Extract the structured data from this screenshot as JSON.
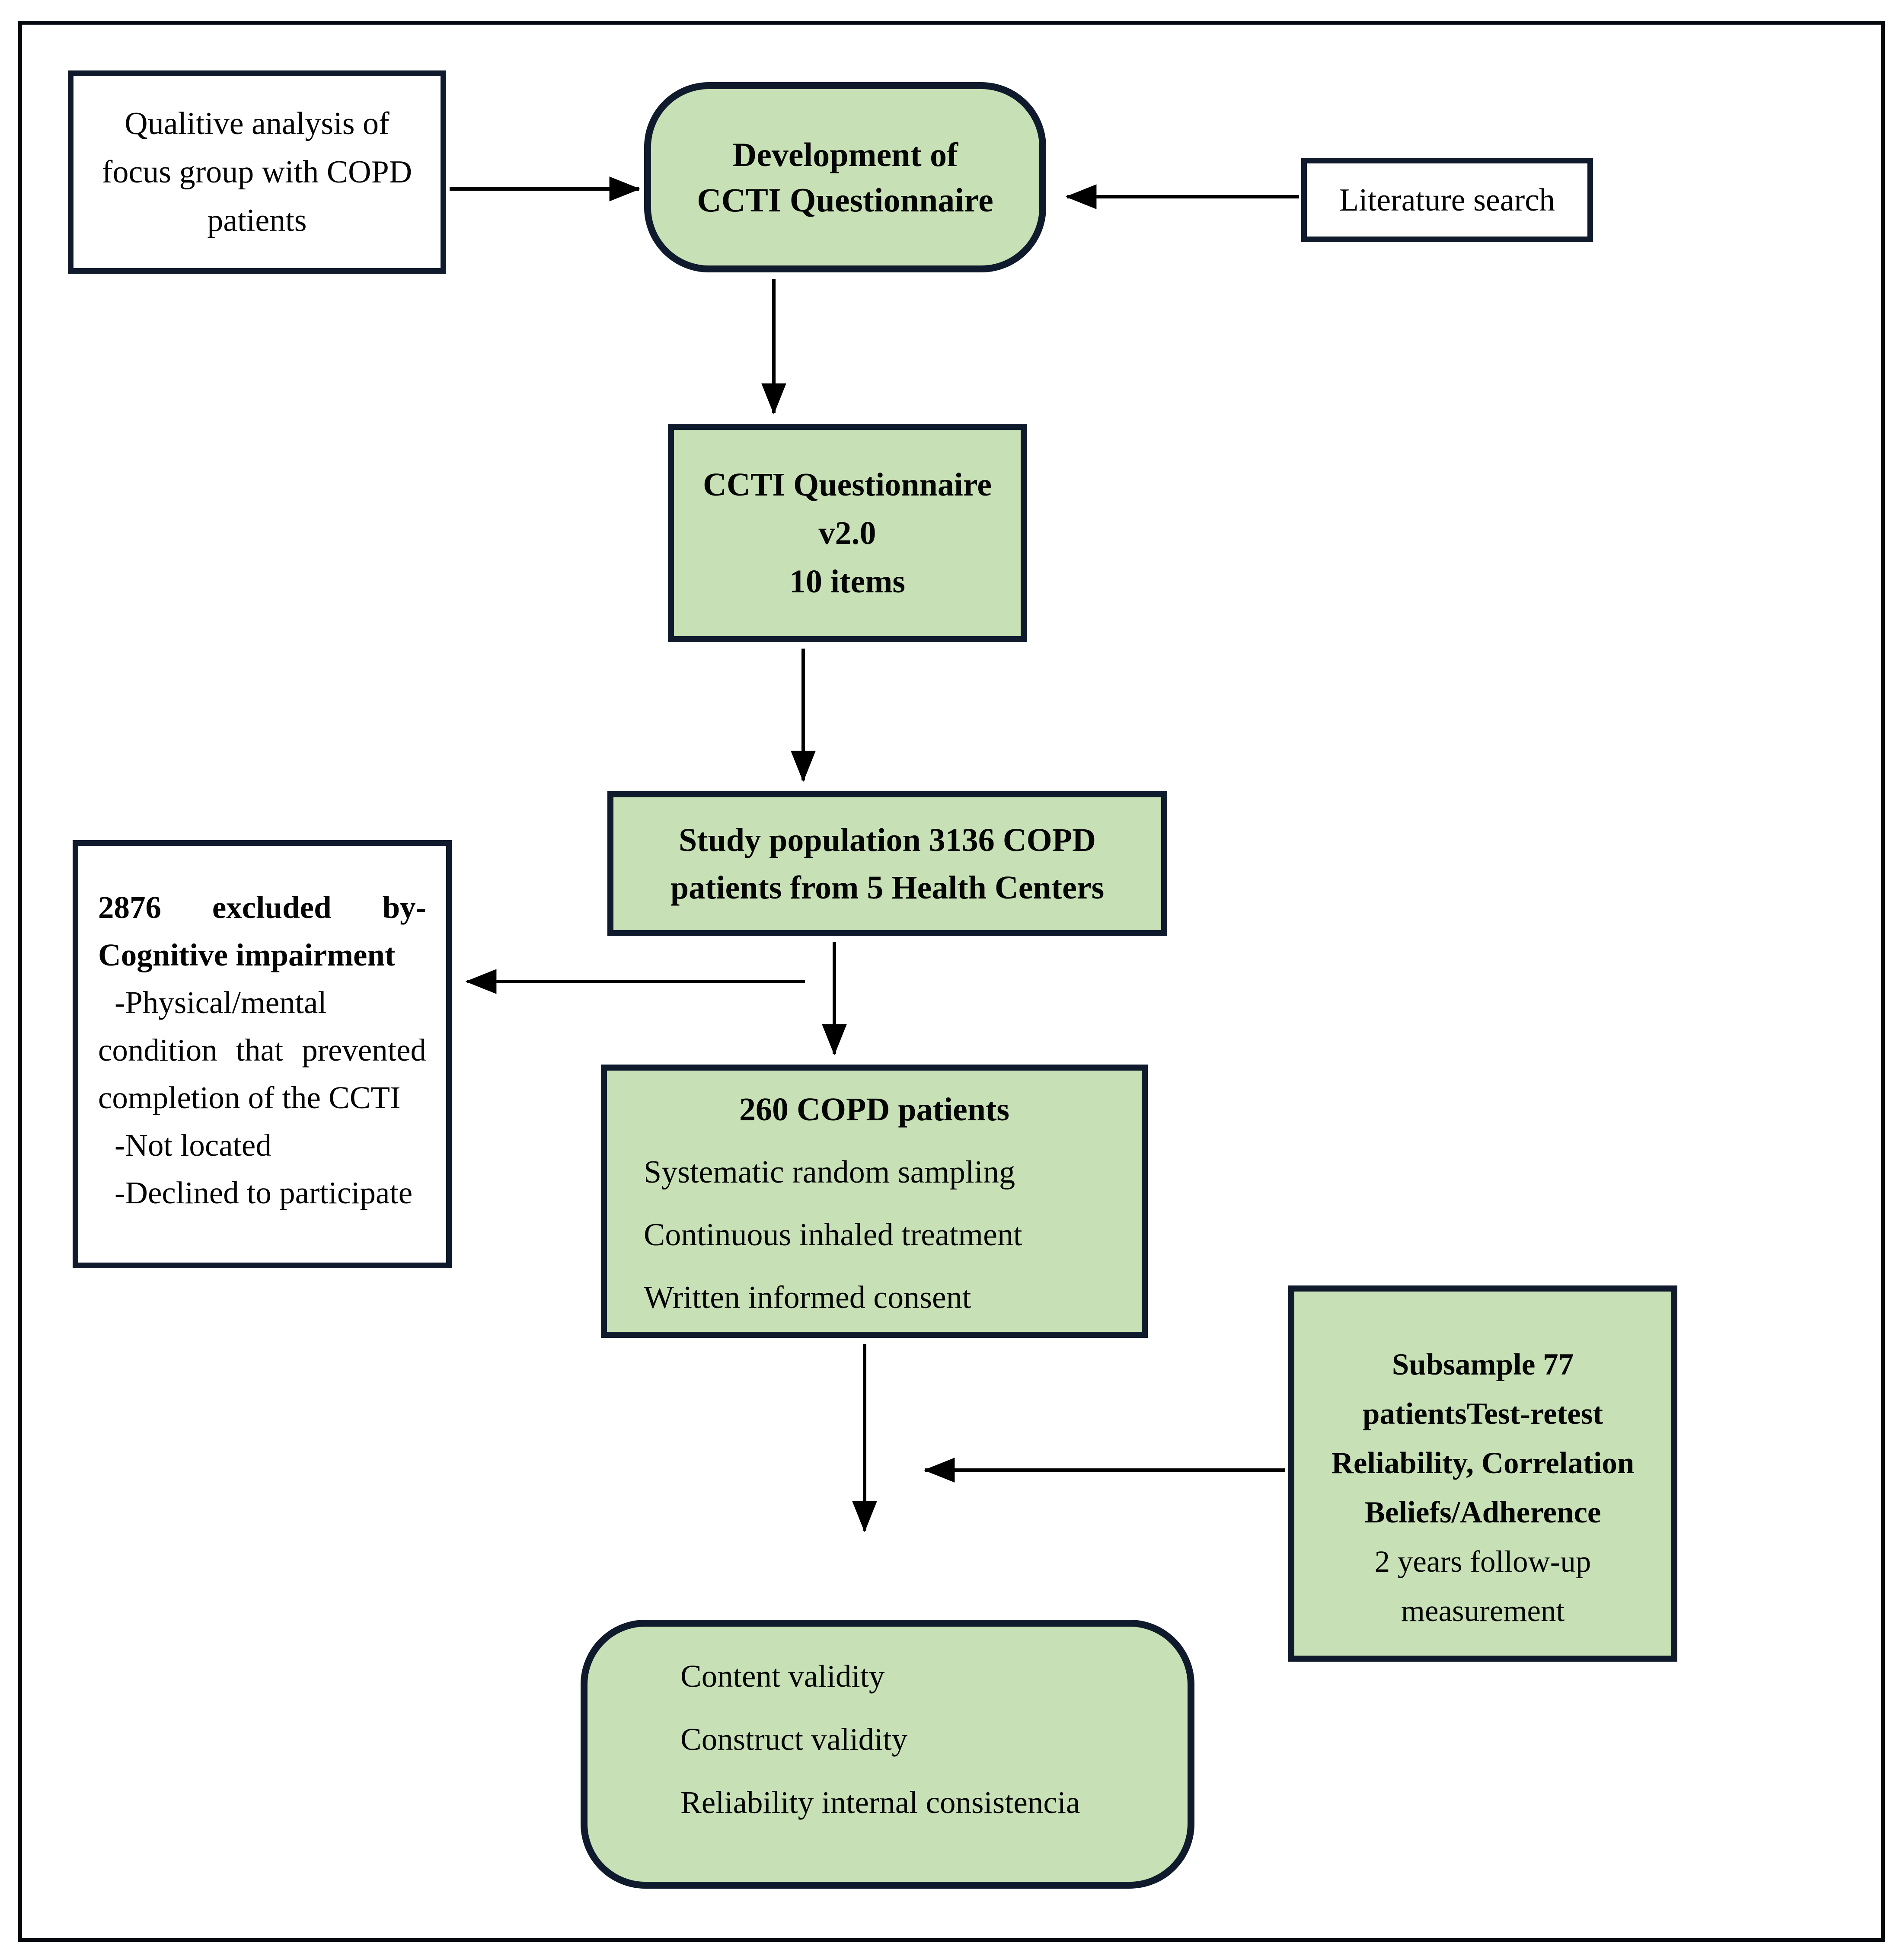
{
  "figure": {
    "type": "flowchart",
    "description": "CCTI Questionnaire development and validation study flow diagram"
  },
  "colors": {
    "green_fill": "#c7e0b5",
    "box_border": "#0f1b2d",
    "arrow": "#000000",
    "background": "#ffffff"
  },
  "boxes": {
    "qualitative": {
      "line1": "Qualitive analysis of",
      "line2": "focus group with COPD",
      "line3": "patients"
    },
    "development": {
      "line1": "Development of",
      "line2": "CCTI Questionnaire"
    },
    "literature": {
      "label": "Literature search"
    },
    "v2": {
      "line1": "CCTI Questionnaire",
      "line2": "v2.0",
      "line3": "10 items"
    },
    "study": {
      "line1": "Study population 3136 COPD",
      "line2": "patients from 5 Health Centers"
    },
    "excluded": {
      "line1_word1": "2876",
      "line1_word2": "excluded",
      "line1_word3": "by-",
      "line2": "Cognitive impairment",
      "line3": "-Physical/mental",
      "line4_word1": "condition",
      "line4_word2": "that",
      "line4_word3": "prevented",
      "line5": "completion of the CCTI",
      "line6": "-Not located",
      "line7": "-Declined to participate"
    },
    "cohort": {
      "heading": "260 COPD patients",
      "line1": "Systematic random sampling",
      "line2": "Continuous inhaled treatment",
      "line3": "Written informed consent"
    },
    "subsample": {
      "line1": "Subsample 77",
      "line2": "patientsTest-retest",
      "line3": "Reliability, Correlation",
      "line4": "Beliefs/Adherence",
      "line5": "2 years follow-up",
      "line6": "measurement"
    },
    "outcome": {
      "line1": "Content validity",
      "line2": "Construct validity",
      "line3": "Reliability internal consistencia"
    }
  }
}
